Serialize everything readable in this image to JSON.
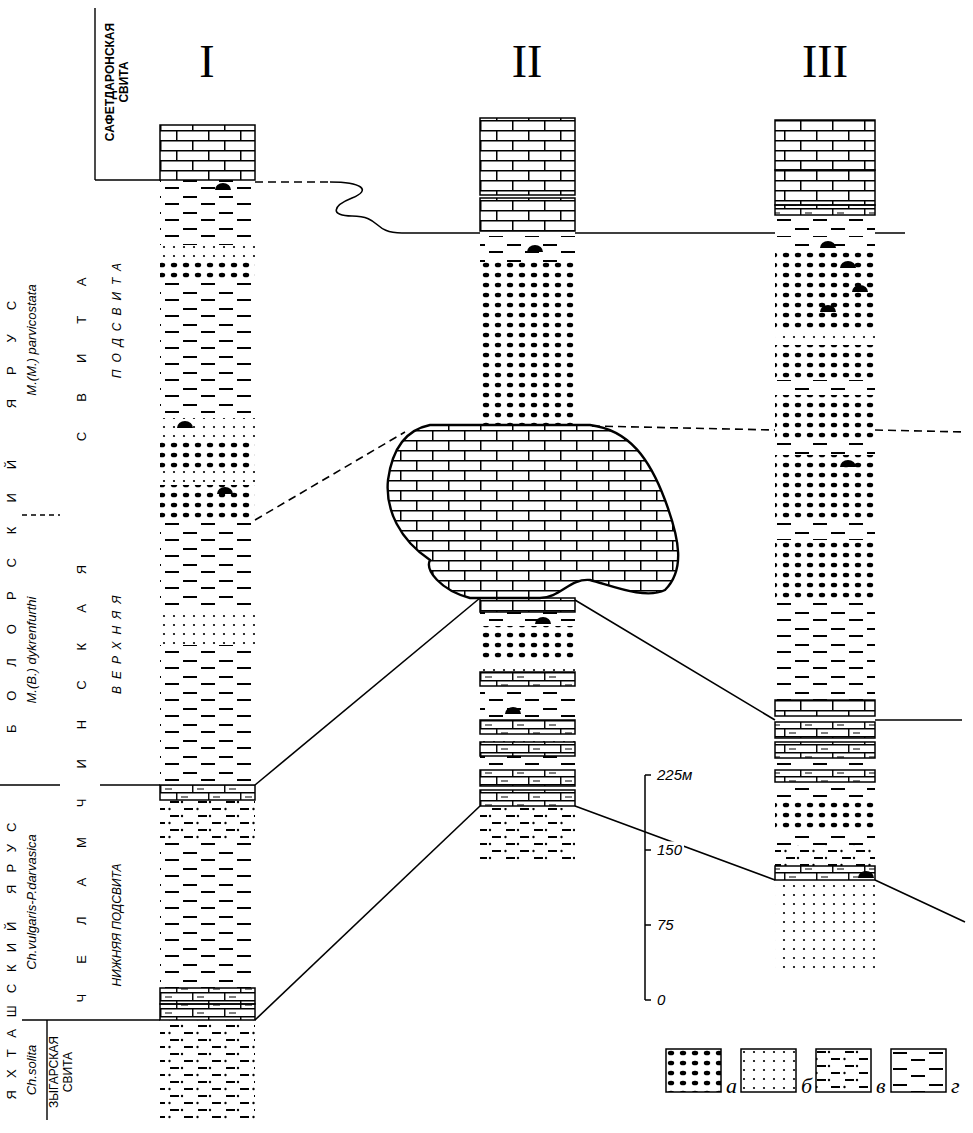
{
  "diagram": {
    "labels": [
      "САФЕТДАРОНСКАЯ СВИТА",
      "I",
      "II",
      "III",
      "БОЛОРСКИЙ ЯРУС",
      "M.(M.) parvicostata",
      "ЧЕЛАМЧИНСКАЯ СВИТА",
      "ВЕРХНЯЯ ПОДСВИТА",
      "M.(B.) dykrenfurthi",
      "ЯХТАШСКИЙ ЯРУС",
      "Ch.vulgaris-P.darvasica",
      "НИЖНЯЯ ПОДСВИТА",
      "Ch.solita",
      "ЗЫГАРСКАЯ СВИТА",
      "225м",
      "150",
      "75",
      "0"
    ],
    "legend": [
      {
        "text": "а"
      },
      {
        "text": "б"
      },
      {
        "text": "в"
      },
      {
        "text": "г"
      }
    ]
  }
}
